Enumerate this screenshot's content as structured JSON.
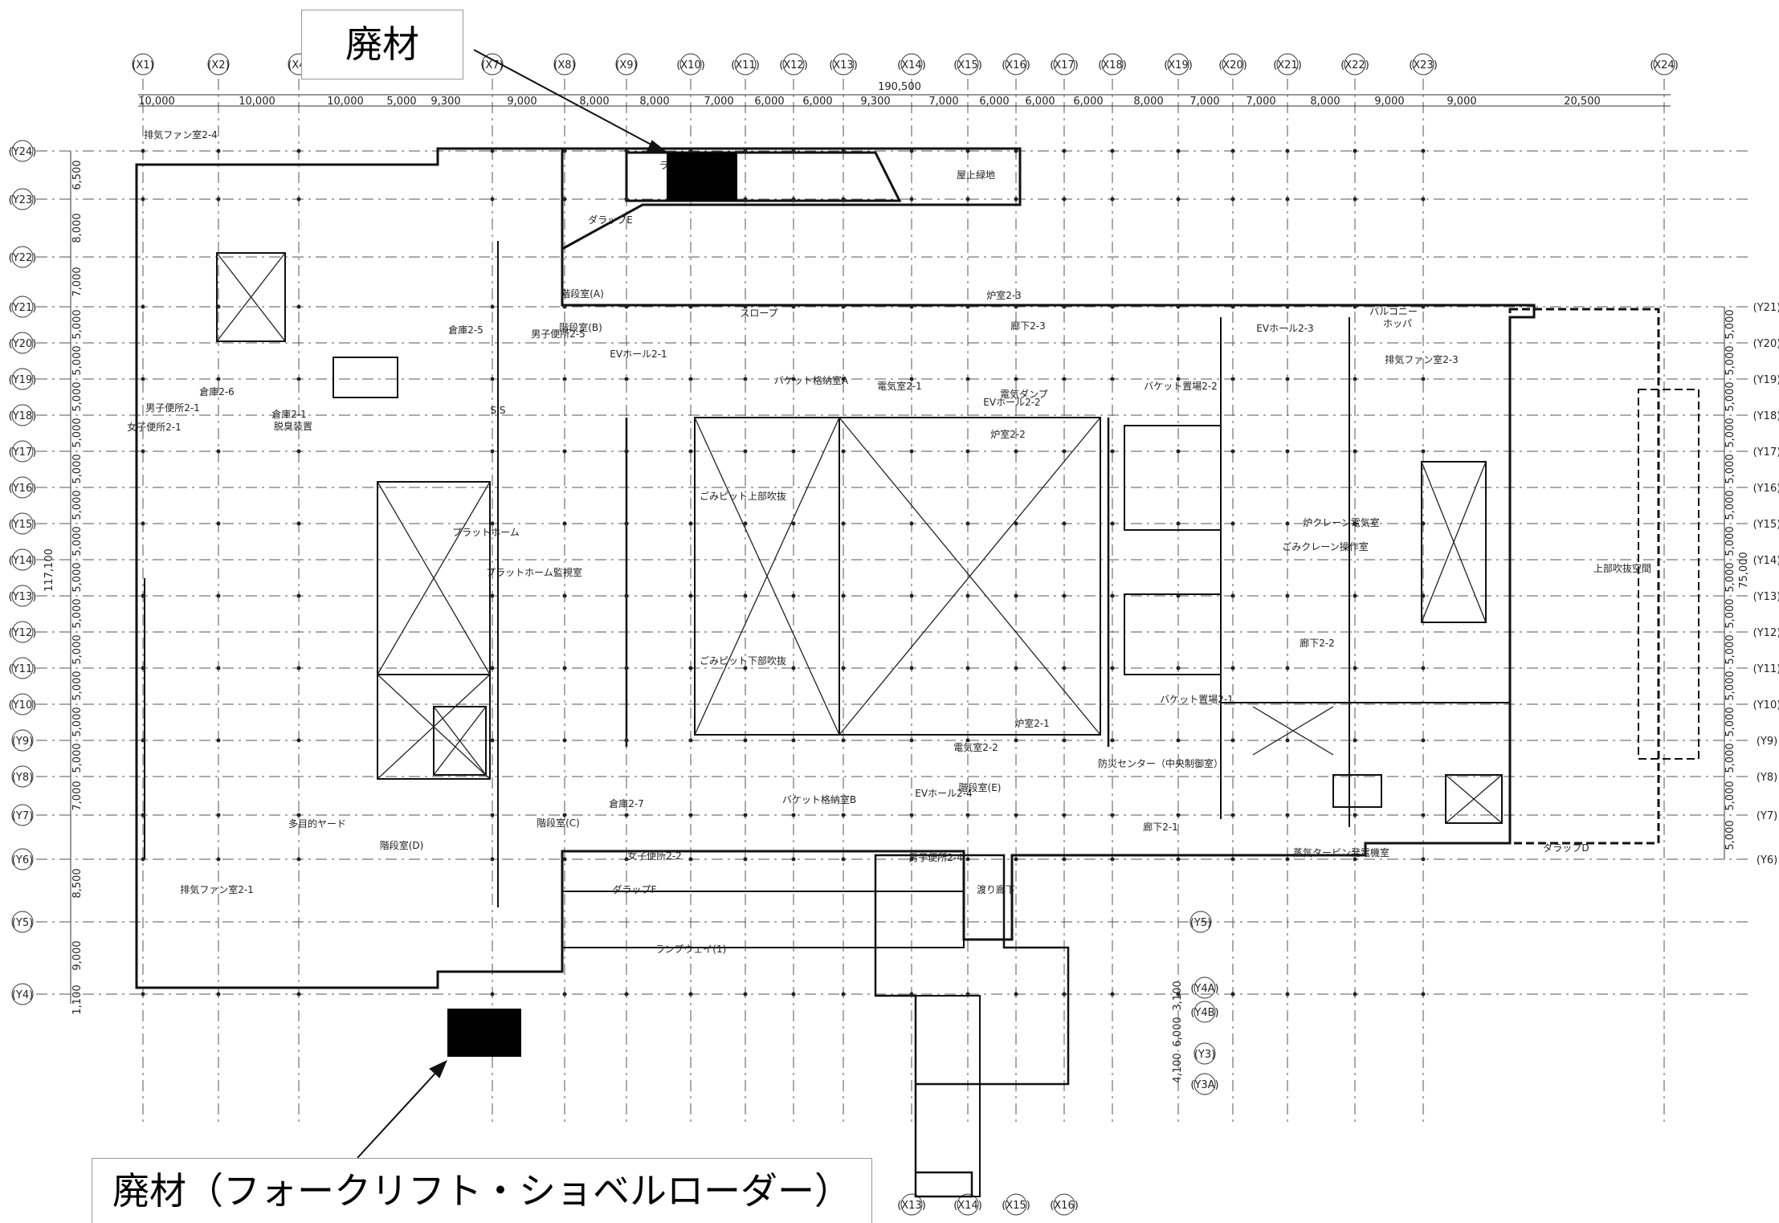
{
  "callouts": {
    "top_label": "廃材",
    "bottom_label": "廃材（フォークリフト・ショベルローダー）"
  },
  "grid_x_top": [
    "X1",
    "X2",
    "X4",
    "X7",
    "X8",
    "X9",
    "X10",
    "X11",
    "X12",
    "X13",
    "X14",
    "X15",
    "X16",
    "X17",
    "X18",
    "X19",
    "X20",
    "X21",
    "X22",
    "X23",
    "X24"
  ],
  "grid_x_bottom": [
    "X13",
    "X14",
    "X15",
    "X16"
  ],
  "grid_y_left": [
    "Y24",
    "Y23",
    "Y22",
    "Y21",
    "Y20",
    "Y19",
    "Y18",
    "Y17",
    "Y16",
    "Y15",
    "Y14",
    "Y13",
    "Y12",
    "Y11",
    "Y10",
    "Y9",
    "Y8",
    "Y7",
    "Y6",
    "Y5",
    "Y4"
  ],
  "grid_y_right": [
    "Y21",
    "Y20",
    "Y19",
    "Y18",
    "Y17",
    "Y16",
    "Y15",
    "Y14",
    "Y13",
    "Y12",
    "Y11",
    "Y10",
    "Y9",
    "Y8",
    "Y7",
    "Y6"
  ],
  "grid_y_tower": [
    "Y5",
    "Y4A",
    "Y4B",
    "Y3",
    "Y3A"
  ],
  "dims_top_total": "190,500",
  "dims_top": [
    "10,000",
    "10,000",
    "10,000",
    "5,000",
    "9,300",
    "9,000",
    "8,000",
    "8,000",
    "7,000",
    "6,000",
    "6,000",
    "9,300",
    "7,000",
    "6,000",
    "6,000",
    "6,000",
    "8,000",
    "7,000",
    "7,000",
    "8,000",
    "9,000",
    "9,000",
    "20,500"
  ],
  "dims_left_total": "117,100",
  "dims_left": [
    "6,500",
    "8,000",
    "7,000",
    "5,000",
    "5,000",
    "5,000",
    "5,000",
    "5,000",
    "5,000",
    "5,000",
    "5,000",
    "5,000",
    "5,000",
    "5,000",
    "5,000",
    "5,000",
    "7,000",
    "8,500",
    "9,000",
    "1,100"
  ],
  "dims_right_total": "75,000",
  "dims_right": [
    "5,000",
    "5,000",
    "5,000",
    "5,000",
    "5,000",
    "5,000",
    "5,000",
    "5,000",
    "5,000",
    "5,000",
    "5,000",
    "5,000",
    "5,000",
    "5,000",
    "5,000"
  ],
  "dims_tower": [
    "3,100",
    "6,000",
    "4,100"
  ],
  "rooms": [
    "屋上緑地",
    "排気ファン室2-4",
    "ダラップE",
    "ダラップF",
    "ダラップD",
    "ごみピット上部吹抜",
    "ごみピット下部吹抜",
    "バケット格納室A",
    "バケット格納室B",
    "バケット置場2-1",
    "バケット置場2-2",
    "炉室2-1",
    "炉室2-2",
    "炉室2-3",
    "排気ファン室2-1",
    "排気ファン室2-3",
    "プラットホーム",
    "プラットホーム監視室",
    "多目的ヤード",
    "ランプウェイ(1)",
    "ランプウェイ(2)",
    "渡り廊下",
    "EVホール2-1",
    "EVホール2-2",
    "EVホール2-3",
    "EVホール2-4",
    "廊下2-1",
    "廊下2-2",
    "廊下2-3",
    "階段室(A)",
    "階段室(B)",
    "階段室(C)",
    "階段室(D)",
    "階段室(E)",
    "男子便所2-1",
    "女子便所2-1",
    "女子便所2-2",
    "男子便所2-4",
    "男子便所2-5",
    "倉庫2-1",
    "倉庫2-5",
    "倉庫2-6",
    "倉庫2-7",
    "電気室2-1",
    "電気室2-2",
    "防災センター（中央制御室）",
    "蒸気タービン発電機室",
    "ごみクレーン操作室",
    "炉クレーン電気室",
    "電気ダンプ",
    "脱臭装置",
    "ホッパ",
    "バルコニー",
    "上部吹抜空間",
    "スロープ",
    "S.S"
  ]
}
